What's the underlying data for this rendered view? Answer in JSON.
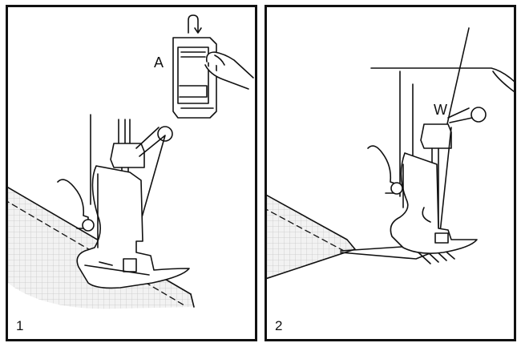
{
  "panels": [
    {
      "number": "1",
      "callout": "A"
    },
    {
      "number": "2",
      "callout": "W"
    }
  ],
  "colors": {
    "stroke": "#111111",
    "fabric_fill": "#f2f2f2",
    "fabric_grid": "#c8c8c8",
    "background": "#ffffff"
  }
}
